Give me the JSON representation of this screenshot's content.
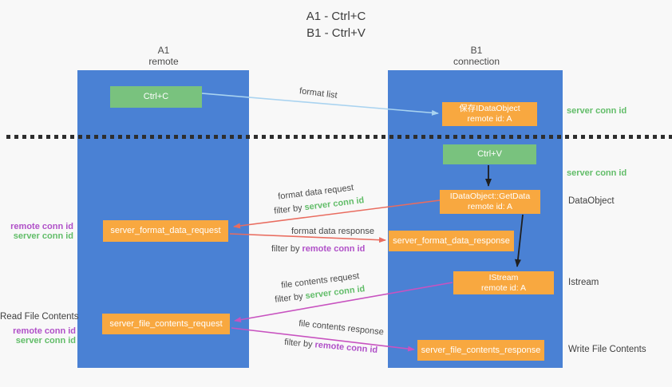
{
  "title": {
    "line1": "A1 - Ctrl+C",
    "line2": "B1 - Ctrl+V"
  },
  "columns": {
    "a1": {
      "id": "A1",
      "role": "remote"
    },
    "b1": {
      "id": "B1",
      "role": "connection"
    }
  },
  "boxes": {
    "ctrl_c": "Ctrl+C",
    "ctrl_v": "Ctrl+V",
    "save_idataobject_line1": "保存IDataObject",
    "save_idataobject_line2": "remote id: A",
    "getdata_line1": "IDataObject::GetData",
    "getdata_line2": "remote id: A",
    "istream_line1": "IStream",
    "istream_line2": "remote id: A",
    "format_request": "server_format_data_request",
    "format_response": "server_format_data_response",
    "file_request": "server_file_contents_request",
    "file_response": "server_file_contents_response"
  },
  "arrow_labels": {
    "format_list": "format list",
    "format_data_request": "format data request",
    "format_data_response": "format data response",
    "file_contents_request": "file contents request",
    "file_contents_response": "file contents response",
    "filter_by": "filter by"
  },
  "side_labels": {
    "server_conn_id": "server conn id",
    "remote_conn_id": "remote conn id",
    "dataobject": "DataObject",
    "istream": "Istream",
    "read_file_contents": "Read File Contents",
    "write_file_contents": "Write File Contents"
  },
  "colors": {
    "column_blue": "#4a81d4",
    "box_green": "#79c27e",
    "box_orange": "#f8a840",
    "text_green": "#62bd69",
    "text_purple": "#b050c8",
    "arrow_red": "#e96c5f",
    "arrow_magenta": "#c853c0",
    "arrow_blue": "#a9d3f0",
    "arrow_black": "#1f1f1f"
  }
}
